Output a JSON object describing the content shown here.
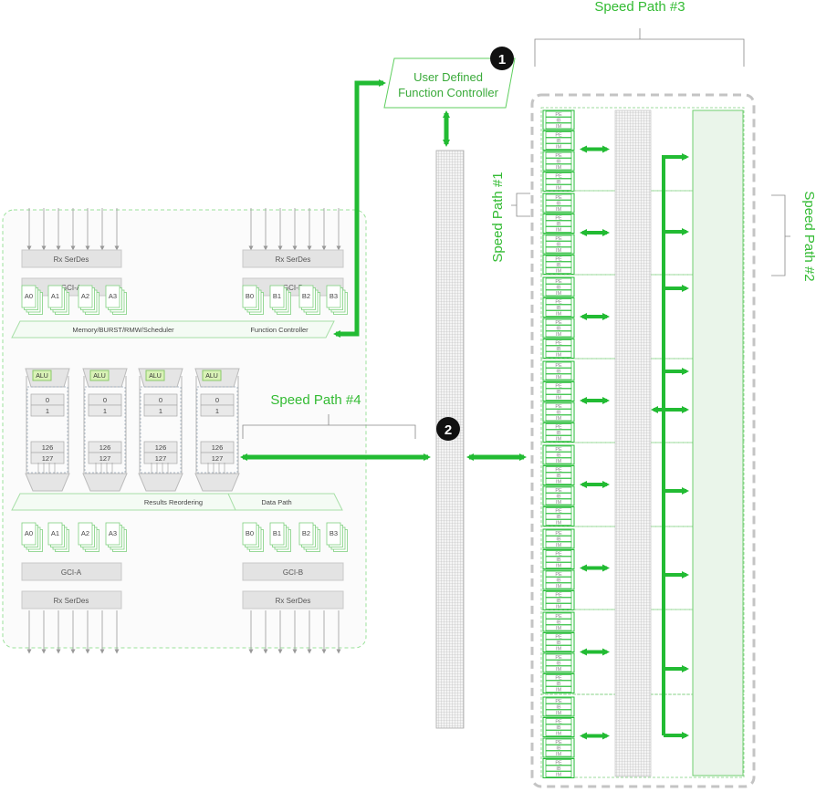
{
  "title_block": {
    "line1": "User Defined",
    "line2": "Function Controller"
  },
  "badges": {
    "badge1": "1",
    "badge2": "2"
  },
  "speed_paths": {
    "path1": "Speed Path #1",
    "path2": "Speed Path #2",
    "path3": "Speed Path #3",
    "path4": "Speed Path #4"
  },
  "left": {
    "rx_serdes_a": "Rx SerDes",
    "rx_serdes_b": "Rx SerDes",
    "gci_a": "GCI-A",
    "gci_b": "GCI-B",
    "top_a_labels": [
      "A0",
      "A1",
      "A2",
      "A3"
    ],
    "top_b_labels": [
      "B0",
      "B1",
      "B2",
      "B3"
    ],
    "memory_bar": "Memory/BURST/RMW/Scheduler",
    "function_controller": "Function Controller",
    "alu": "ALU",
    "reg_labels": [
      "0",
      "1",
      "126",
      "127"
    ],
    "results_reordering": "Results Reordering",
    "data_path": "Data Path",
    "bottom_a_labels": [
      "A0",
      "A1",
      "A2",
      "A3"
    ],
    "bottom_b_labels": [
      "B0",
      "B1",
      "B2",
      "B3"
    ],
    "gci_a_bottom": "GCI-A",
    "gci_b_bottom": "GCI-B",
    "rx_serdes_a_bottom": "Rx SerDes",
    "rx_serdes_b_bottom": "Rx SerDes"
  },
  "pe_labels": [
    "PE",
    "IB",
    "IM"
  ],
  "colors": {
    "accent": "#22bb33",
    "light_green": "#eaf5ea",
    "gray_box": "#e4e4e4",
    "dashed": "#bdbdbd"
  }
}
